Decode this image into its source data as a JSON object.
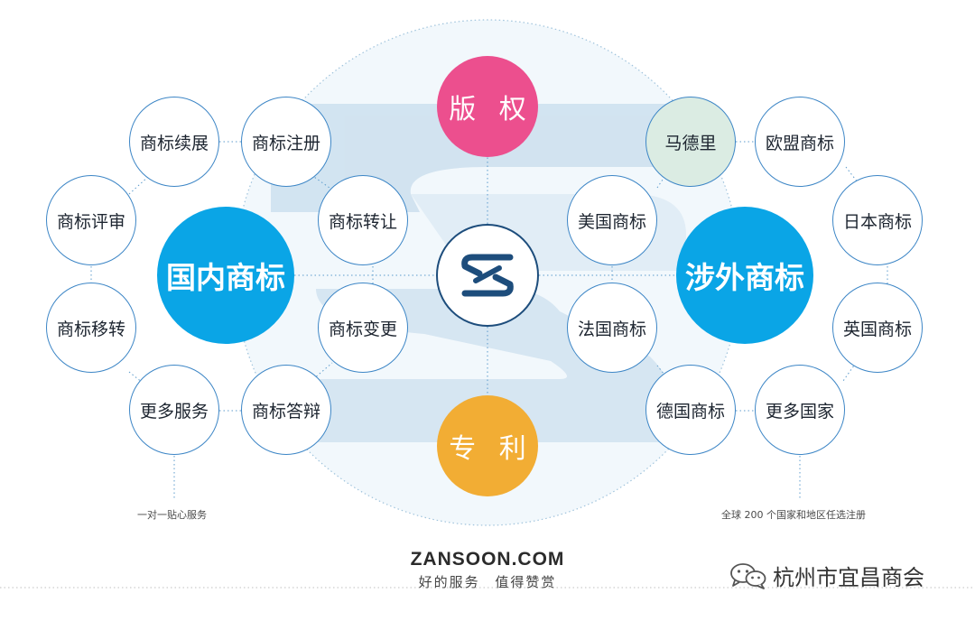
{
  "center": {
    "logo_icon": "zansoon-s-logo-icon"
  },
  "top": {
    "label": "版 权"
  },
  "bottom": {
    "label": "专 利"
  },
  "domestic": {
    "title": "国内商标",
    "items": [
      "商标续展",
      "商标注册",
      "商标评审",
      "商标转让",
      "商标移转",
      "商标变更",
      "更多服务",
      "商标答辩"
    ],
    "caption": "一对一贴心服务"
  },
  "foreign": {
    "title": "涉外商标",
    "items": [
      "马德里",
      "欧盟商标",
      "美国商标",
      "日本商标",
      "法国商标",
      "英国商标",
      "德国商标",
      "更多国家"
    ],
    "caption": "全球 200 个国家和地区任选注册"
  },
  "brand": {
    "name": "ZANSOON.COM",
    "slogan": "好的服务 值得赞赏"
  },
  "account": {
    "icon": "wechat-icon",
    "name": "杭州市宜昌商会"
  },
  "colors": {
    "big_circle": "#0aa5e6",
    "copyright": "#ec4f8e",
    "patent": "#f2ad34",
    "node_border": "#3d86c6",
    "madrid_fill": "#dbece3",
    "logo": "#1d4d7c",
    "watermark": "#cde0ee"
  }
}
